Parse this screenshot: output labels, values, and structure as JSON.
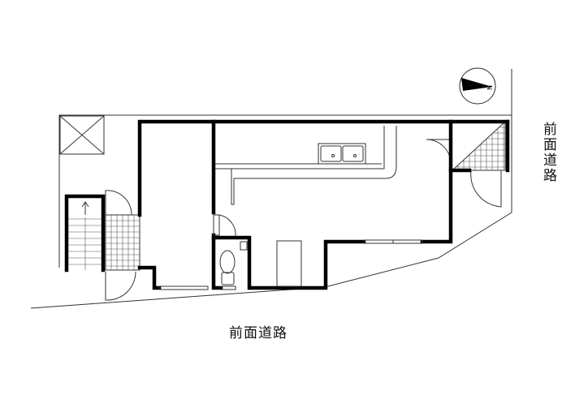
{
  "labels": {
    "road_front": "前面道路",
    "road_side": "前面道路",
    "north": "N"
  },
  "colors": {
    "wall": "#000000",
    "line": "#333333"
  }
}
